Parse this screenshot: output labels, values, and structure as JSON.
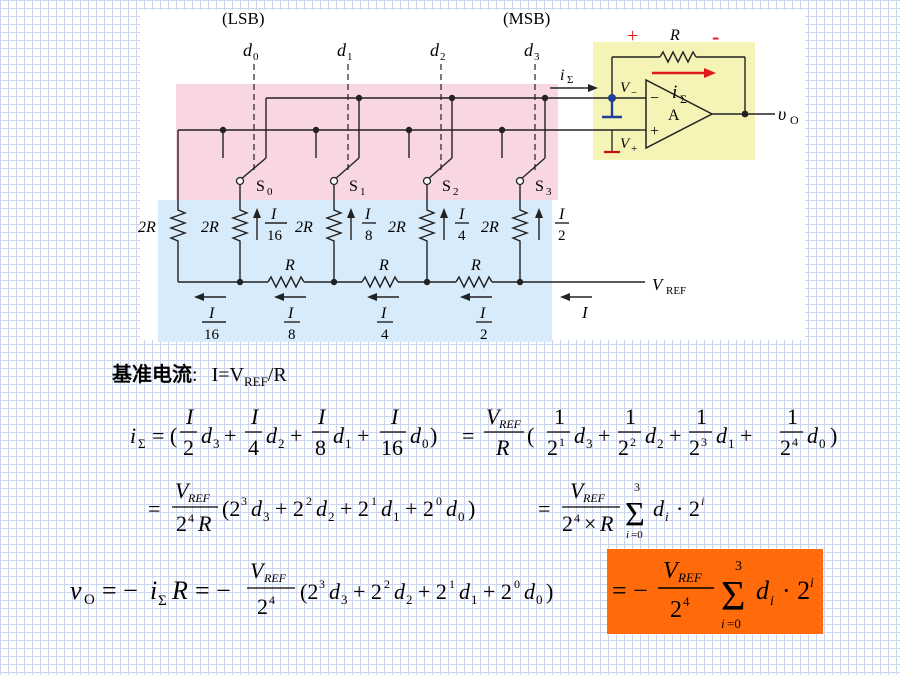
{
  "colors": {
    "pink_region": "#f8d6e2",
    "blue_region": "#d8ebfa",
    "amp_region": "#f5f3b6",
    "orange_box": "#ff6a0a",
    "arrow_red": "#e01a1a",
    "marker_blue": "#1f3f9a"
  },
  "circuit": {
    "lsb_label": "(LSB)",
    "msb_label": "(MSB)",
    "bits": [
      {
        "name": "d",
        "sub": "0"
      },
      {
        "name": "d",
        "sub": "1"
      },
      {
        "name": "d",
        "sub": "2"
      },
      {
        "name": "d",
        "sub": "3"
      }
    ],
    "switches": [
      {
        "name": "S",
        "sub": "0"
      },
      {
        "name": "S",
        "sub": "1"
      },
      {
        "name": "S",
        "sub": "2"
      },
      {
        "name": "S",
        "sub": "3"
      }
    ],
    "r2_label": "2R",
    "r_label": "R",
    "branch_currents": [
      {
        "num": "I",
        "den": "16"
      },
      {
        "num": "I",
        "den": "8"
      },
      {
        "num": "I",
        "den": "4"
      },
      {
        "num": "I",
        "den": "2"
      }
    ],
    "ladder_currents": [
      {
        "num": "I",
        "den": "16"
      },
      {
        "num": "I",
        "den": "8"
      },
      {
        "num": "I",
        "den": "4"
      },
      {
        "num": "I",
        "den": "2"
      }
    ],
    "input_current": "I",
    "vref": "V",
    "vref_sub": "REF",
    "i_sigma": "i",
    "sigma_sub": "Σ",
    "feedback_r": "R",
    "plus_sign": "+",
    "minus_sign": "-",
    "v_minus": "V",
    "v_minus_sub": "−",
    "v_plus": "V",
    "v_plus_sub": "+",
    "opamp_minus": "−",
    "opamp_plus": "+",
    "opamp_name": "A",
    "vo": "υ",
    "vo_sub": "O"
  },
  "text": {
    "ref_label": "基准电流",
    "ref_colon": ":",
    "ref_eq_pre": "I=V",
    "ref_eq_sub": "REF",
    "ref_eq_post": "/R"
  }
}
